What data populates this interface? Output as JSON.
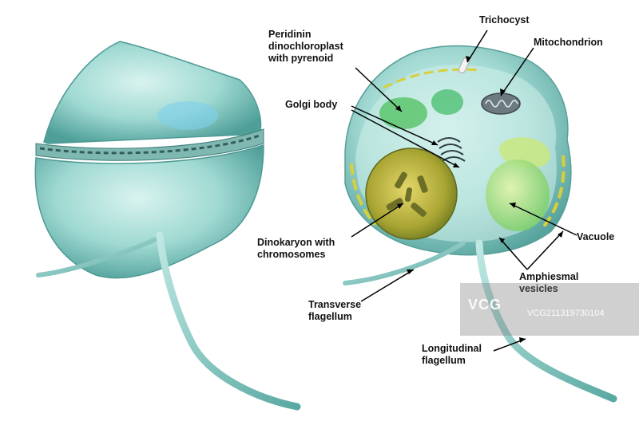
{
  "labels": {
    "trichocyst": "Trichocyst",
    "mitochondrion": "Mitochondrion",
    "peridinin": "Peridinin\ndinochloroplast\nwith pyrenoid",
    "golgi": "Golgi body",
    "vacuole": "Vacuole",
    "amphiesmal": "Amphiesmal\nvesicles",
    "dinokaryon": "Dinokaryon with\nchromosomes",
    "transverse": "Transverse\nflagellum",
    "longitudinal": "Longitudinal\nflagellum"
  },
  "watermark": {
    "logo": "VCG",
    "id": "VCG211319730104"
  },
  "colors": {
    "cell_body": "#8fd3cc",
    "cell_edge": "#4aa39c",
    "nucleus": "#b7b13a",
    "chloroplast": "#57c267",
    "vesicle": "#e3d84a",
    "label_text": "#111111"
  }
}
